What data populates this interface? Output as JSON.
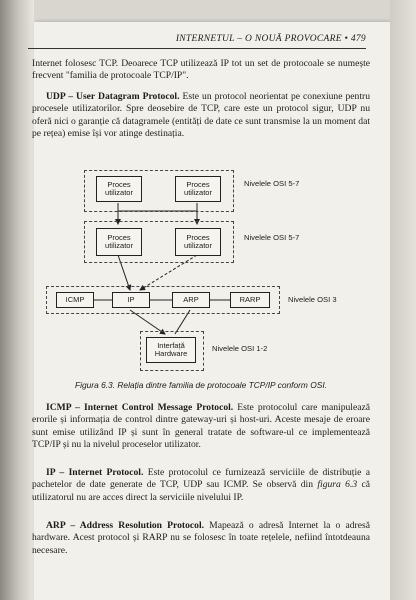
{
  "header": {
    "running_title": "Internetul – O Nouă Provocare • 479"
  },
  "paragraphs": {
    "intro": "Internet folosesc TCP. Deoarece TCP utilizează IP tot un set de protocoale se numește frecvent \"familia de protocoale TCP/IP\".",
    "udp_title": "UDP – User Datagram Protocol.",
    "udp_body": " Este un protocol neorientat pe conexiune pentru procesele utilizatorilor. Spre deosebire de TCP, care este un protocol sigur, UDP nu oferă nici o garanție că datagramele (entități de date ce sunt transmise la un moment dat pe rețea) emise își vor atinge destinația.",
    "icmp_title": "ICMP – Internet Control Message Protocol.",
    "icmp_body": " Este protocolul care manipulează erorile și informația de control dintre gateway-uri și host-uri. Aceste mesaje de eroare sunt emise utilizând IP și sunt în general tratate de software-ul ce implementează TCP/IP și nu la nivelul proceselor utilizator.",
    "ip_title": "IP – Internet Protocol.",
    "ip_body_1": " Este protocolul ce furnizează serviciile de distribuție a pachetelor de date generate de TCP, UDP sau ICMP. Se observă din ",
    "ip_body_fig": "figura 6.3",
    "ip_body_2": " că utilizatorul nu are acces direct la serviciile nivelului IP.",
    "arp_title": "ARP – Address Resolution Protocol.",
    "arp_body": " Mapează o adresă Internet la o adresă hardware. Acest protocol și RARP nu se folosesc în toate rețelele, nefiind întotdeauna necesare."
  },
  "diagram": {
    "proc_top_left": "Proces\nutilizator",
    "proc_top_right": "Proces\nutilizator",
    "proc_mid_left": "Proces\nutilizator",
    "proc_mid_right": "Proces\nutilizator",
    "icmp": "ICMP",
    "ip": "IP",
    "arp": "ARP",
    "rarp": "RARP",
    "hardware": "Interfață\nHardware",
    "label_top": "Nivelele OSI 5-7",
    "label_mid": "Nivelele OSI 5-7",
    "label_ip": "Nivelele OSI 3",
    "label_hw": "Nivelele OSI 1-2",
    "caption": "Figura 6.3. Relația dintre familia de protocoale TCP/IP conform OSI."
  }
}
